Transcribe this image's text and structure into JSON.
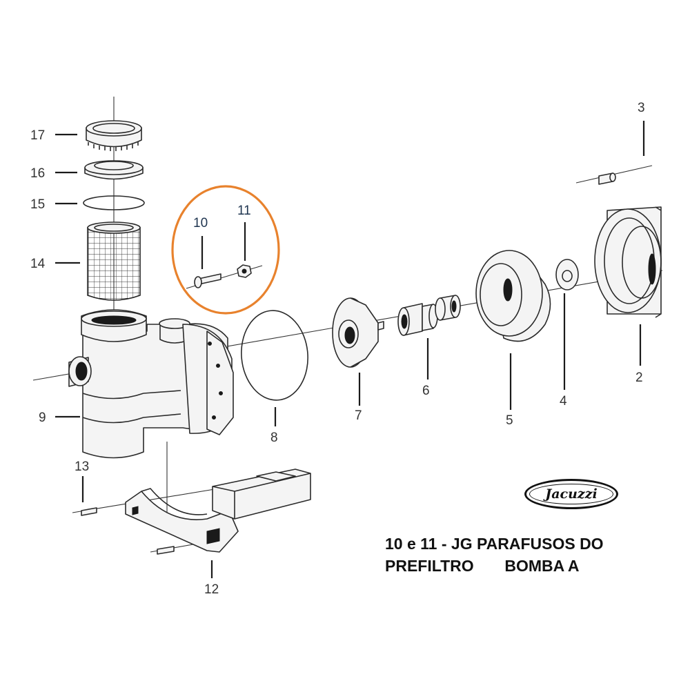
{
  "callouts": {
    "p2": "2",
    "p3": "3",
    "p4": "4",
    "p5": "5",
    "p6": "6",
    "p7": "7",
    "p8": "8",
    "p9": "9",
    "p10": "10",
    "p11": "11",
    "p12": "12",
    "p13": "13",
    "p14": "14",
    "p15": "15",
    "p16": "16",
    "p17": "17"
  },
  "caption": {
    "line1": "10 e 11 - JG PARAFUSOS DO",
    "line2": "PREFILTRO       BOMBA A"
  },
  "brand": {
    "logo_text": "Jacuzzi"
  },
  "colors": {
    "highlight": "#e8822d",
    "ink": "#1a1a1a"
  }
}
